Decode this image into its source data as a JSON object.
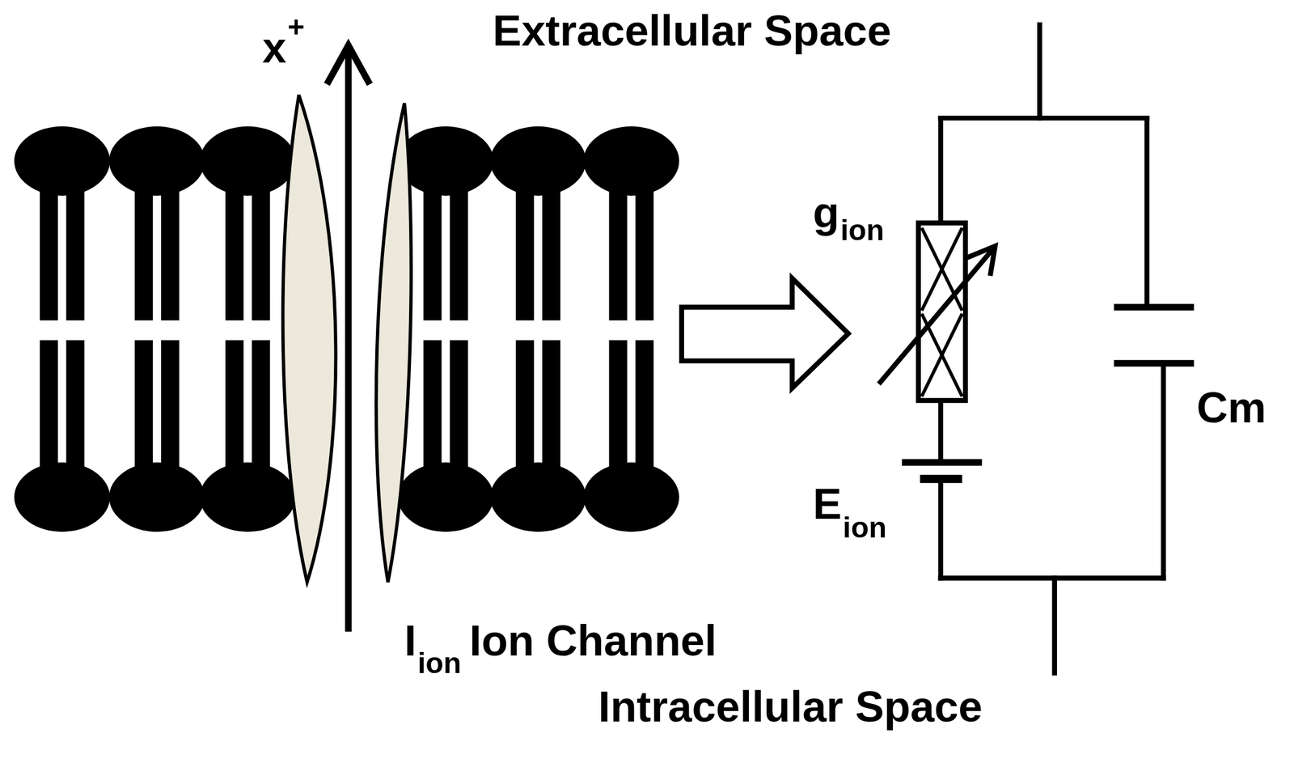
{
  "diagram": {
    "labels": [
      "x",
      "+",
      "Extracellular Space",
      "g",
      "ion",
      "E",
      "ion",
      "Cm",
      "I",
      "ion",
      "Ion Channel",
      "Intracellular Space"
    ]
  }
}
